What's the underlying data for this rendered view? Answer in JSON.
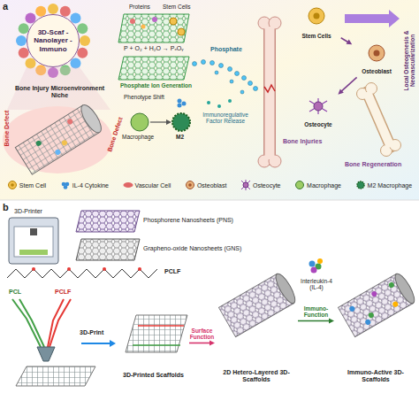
{
  "diagram": {
    "nodes": [
      {
        "text": [
          "3D-Scaf -Nanolayer -Immuno"
        ]
      },
      {
        "text": [
          "Stem Cells"
        ]
      },
      {
        "text": [
          "Osteoblast"
        ]
      },
      {
        "text": [
          "Osteocyte"
        ]
      },
      {
        "text": [
          "3D-Printed Scaffolds"
        ]
      },
      {
        "text": [
          "2D Hetero-Layered 3D-Scaffolds"
        ]
      },
      {
        "text": [
          "Immuno-Active 3D-Scaffolds"
        ]
      }
    ],
    "edges": [
      {
        "from": 1,
        "to": 2,
        "arrow": "to"
      },
      {
        "from": 2,
        "to": 3,
        "arrow": "to"
      },
      {
        "from": 4,
        "to": 5,
        "label": "Surface Function",
        "arrow": "to"
      },
      {
        "from": 5,
        "to": 6,
        "label": "Immuno-Function",
        "arrow": "to"
      }
    ],
    "labels": [
      "a",
      "Proteins",
      "Stem Cells",
      "P + O₂ + H₂O → PₓOᵧ",
      "Phosphate Ion Generation",
      "Phosphate",
      "Bone Defect",
      "Bone Defect",
      "Bone Injury Microenvironment Niche",
      "Phenotype Shift",
      "Macrophage",
      "M2",
      "Immunoregulative Factor Release",
      "Bone Injuries",
      "Local Osteogenesis & Neovascularization",
      "Bone Regeneration",
      "b",
      "3D-Printer",
      "Phosphorene Nanosheets (PNS)",
      "Grapheno-oxide Nanosheets (GNS)",
      "PCLF",
      "PCL",
      "PCLF",
      "3D-Print",
      "Interleukin-4 (IL-4)"
    ],
    "legend": [
      {
        "text": "Stem Cell"
      },
      {
        "text": "IL-4 Cytokine"
      },
      {
        "text": "Vascular Cell"
      },
      {
        "text": "Osteoblast"
      },
      {
        "text": "Osteocyte"
      },
      {
        "text": "Macrophage"
      },
      {
        "text": "M2 Macrophage"
      }
    ]
  }
}
